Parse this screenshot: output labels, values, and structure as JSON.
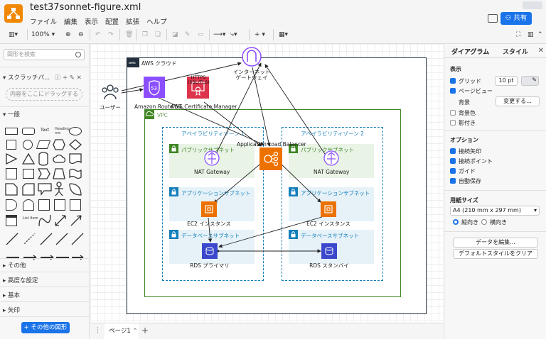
{
  "window": {
    "title": "test37sonnet-figure.xml",
    "menus": [
      "ファイル",
      "編集",
      "表示",
      "配置",
      "拡張",
      "ヘルプ"
    ],
    "share_label": "共有"
  },
  "toolbar": {
    "zoom": "100%"
  },
  "left_panel": {
    "search_placeholder": "図形を検索",
    "scratchpad_title": "スクラッチパ...",
    "scratchpad_drop": "内容をここにドラッグする",
    "general_title": "一般",
    "sections": [
      "その他",
      "高度な設定",
      "基本",
      "矢印"
    ],
    "more_shapes_label": "+ その他の図形"
  },
  "pages": {
    "current": "ページ1"
  },
  "diagram": {
    "aws_cloud": "AWS クラウド",
    "user": "ユーザー",
    "route53": "Amazon Route 53",
    "acm": "AWS Certificate Manager",
    "acm_overlay": "HTTPS\n(SSL/TLS)",
    "igw": "インターネット\nゲートウェイ",
    "vpc": "VPC",
    "az1": "アベイラビリティゾーン 1",
    "az2": "アベイラビリティゾーン 2",
    "alb": "Application Load Balancer",
    "public_subnet": "パブリックサブネット",
    "app_subnet": "アプリケーションサブネット",
    "db_subnet": "データベースサブネット",
    "nat": "NAT Gateway",
    "ec2": "EC2 インスタンス",
    "rds_primary": "RDS プライマリ",
    "rds_standby": "RDS スタンバイ"
  },
  "right_panel": {
    "tabs": [
      "ダイアグラム",
      "スタイル"
    ],
    "view_heading": "表示",
    "grid_label": "グリッド",
    "grid_size": "10 pt",
    "page_view_label": "ページビュー",
    "background_label": "背景",
    "change_button": "変更する...",
    "bg_color_label": "背景色",
    "shadow_label": "影付き",
    "options_heading": "オプション",
    "options": [
      "接続矢印",
      "接続ポイント",
      "ガイド",
      "自動保存"
    ],
    "paper_heading": "用紙サイズ",
    "paper_size": "A4 (210 mm x 297 mm)",
    "portrait_label": "縦向き",
    "landscape_label": "横向き",
    "edit_data_button": "データを編集...",
    "clear_style_button": "デフォルトスタイルをクリア"
  },
  "colors": {
    "accent": "#1a73e8",
    "route53": "#8c4fff",
    "acm": "#dd344c",
    "alb": "#ed7100",
    "ec2": "#ed7100",
    "rds": "#3b48cc",
    "vpc_border": "#3f8624",
    "public_subnet_bg": "#e9f3e6",
    "private_subnet_bg": "#e6f2f8"
  }
}
